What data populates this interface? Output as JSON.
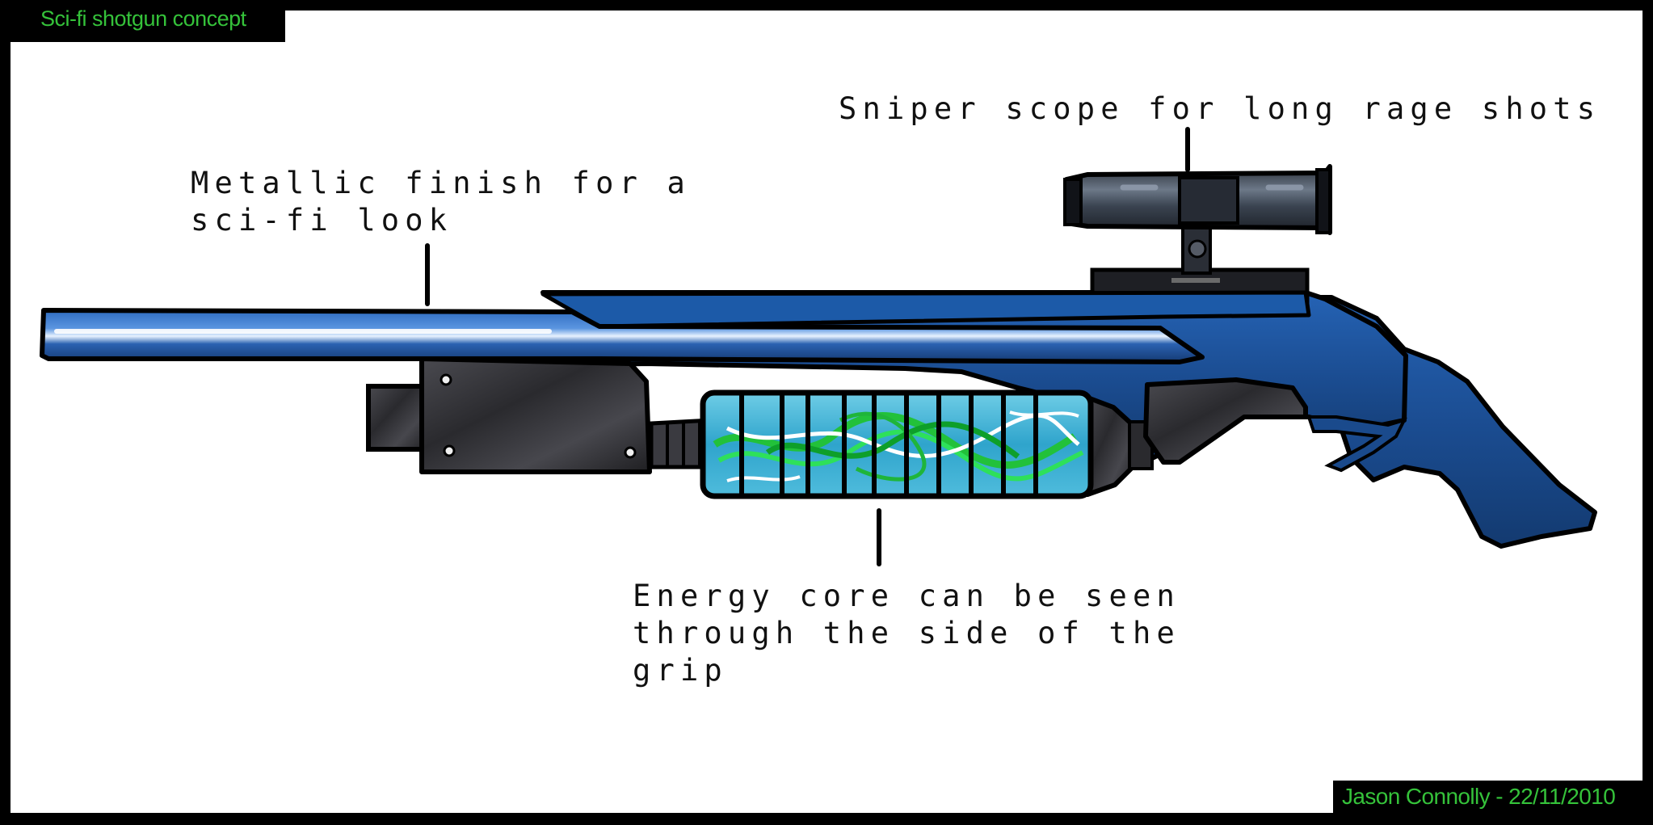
{
  "title": "Sci-fi shotgun concept",
  "credit": "Jason Connolly - 22/11/2010",
  "annotations": {
    "metallic_finish": [
      "Metallic finish for a",
      "sci-fi look"
    ],
    "sniper_scope": [
      "Sniper scope for long rage shots"
    ],
    "energy_core": [
      "Energy core can be seen",
      "through the side of the",
      "grip"
    ]
  },
  "colors": {
    "frame": "#000000",
    "paper": "#ffffff",
    "label_green": "#35c23a",
    "gun_blue": "#1c4f96",
    "gun_blue_dark": "#10305f",
    "metal_dark": "#2e2e33",
    "energy_cyan": "#3fb6d6",
    "energy_green": "#27c43a"
  }
}
